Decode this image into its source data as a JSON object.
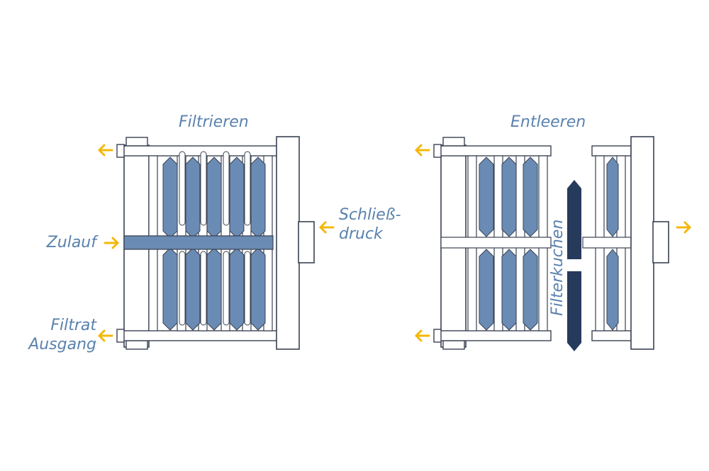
{
  "diagram": {
    "left_panel": {
      "title": "Filtrieren",
      "labels": {
        "zulauf": "Zulauf",
        "filtrat_line1": "Filtrat",
        "filtrat_line2": "Ausgang",
        "schliess_line1": "Schließ-",
        "schliess_line2": "druck"
      }
    },
    "right_panel": {
      "title": "Entleeren",
      "filterkuchen": "Filterkuchen"
    }
  },
  "colors": {
    "outline": "#3a4252",
    "fill_blue": "#6a8bb4",
    "cake_dark": "#263a5c",
    "arrow_yellow": "#f4b80a",
    "label_blue": "#5a82ad"
  }
}
